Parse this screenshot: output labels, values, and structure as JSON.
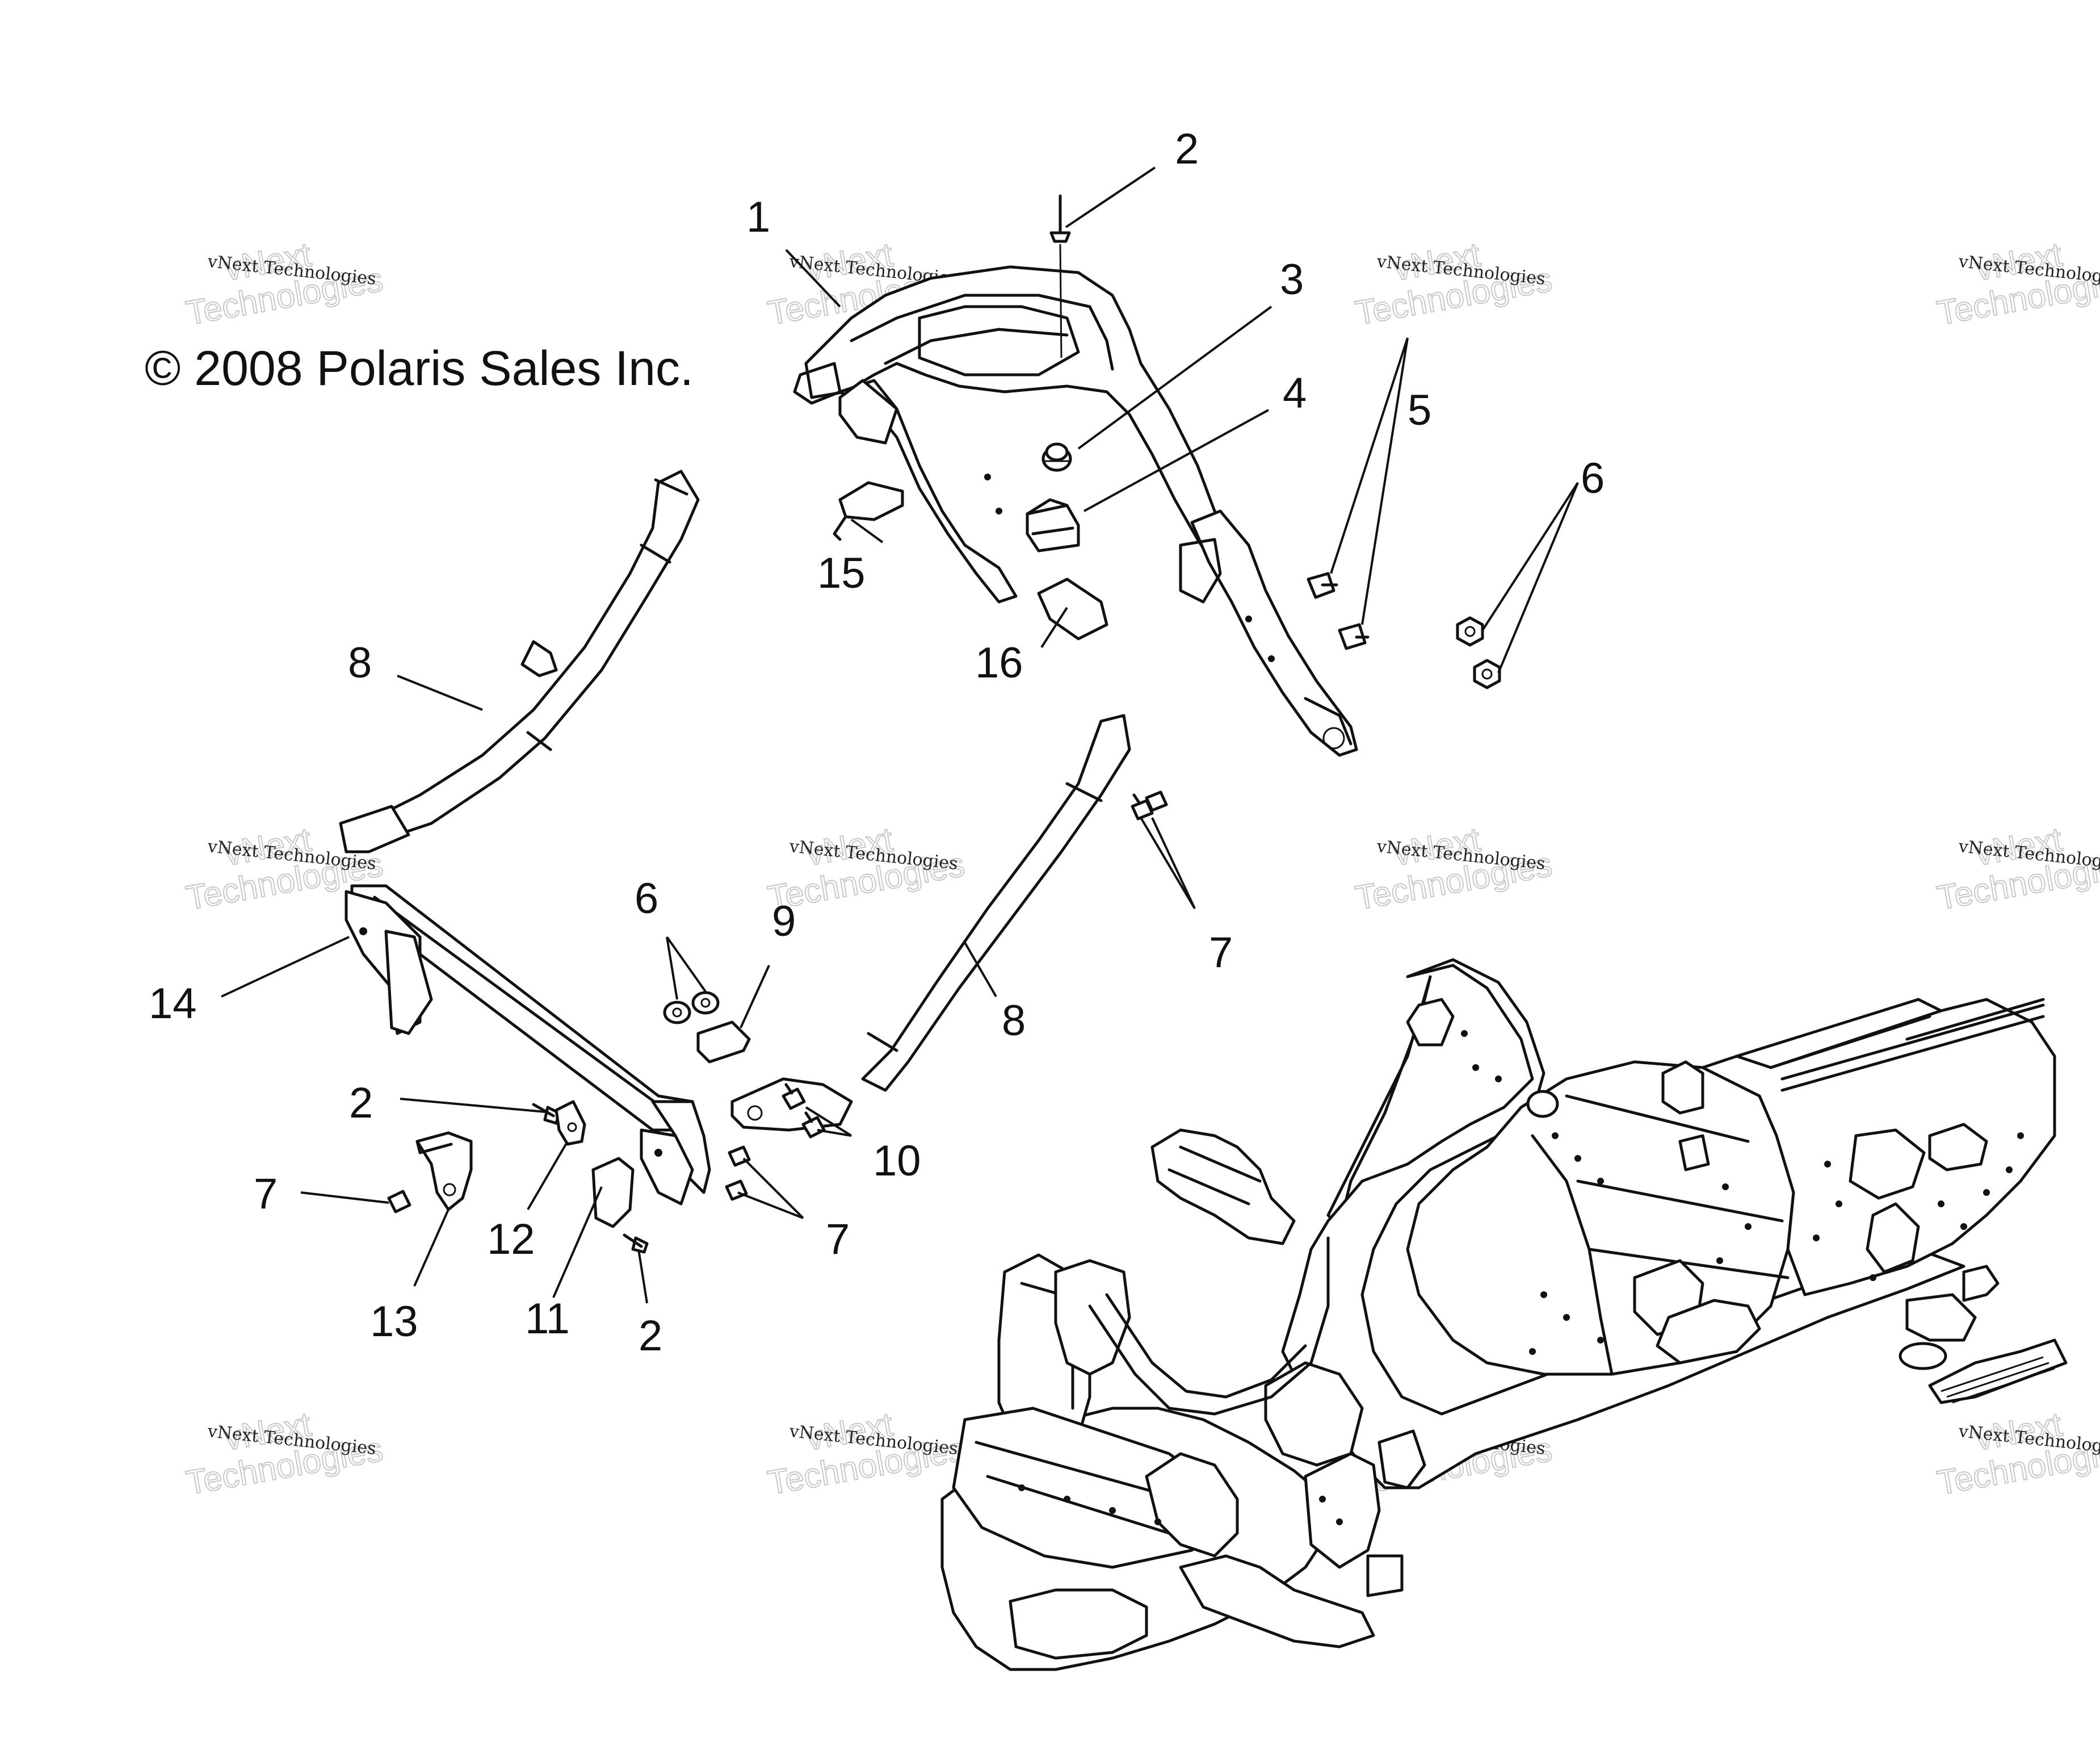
{
  "copyright": "© 2008 Polaris Sales Inc.",
  "watermark": {
    "line1": "vNext Technologies",
    "line2a": "vNext",
    "line2b": "Technologies"
  },
  "callouts": {
    "c1": "1",
    "c2a": "2",
    "c2b": "2",
    "c2c": "2",
    "c3": "3",
    "c4": "4",
    "c5": "5",
    "c6a": "6",
    "c6b": "6",
    "c7a": "7",
    "c7b": "7",
    "c7c": "7",
    "c8a": "8",
    "c8b": "8",
    "c9": "9",
    "c10": "10",
    "c11": "11",
    "c12": "12",
    "c13": "13",
    "c14": "14",
    "c15": "15",
    "c16": "16"
  }
}
